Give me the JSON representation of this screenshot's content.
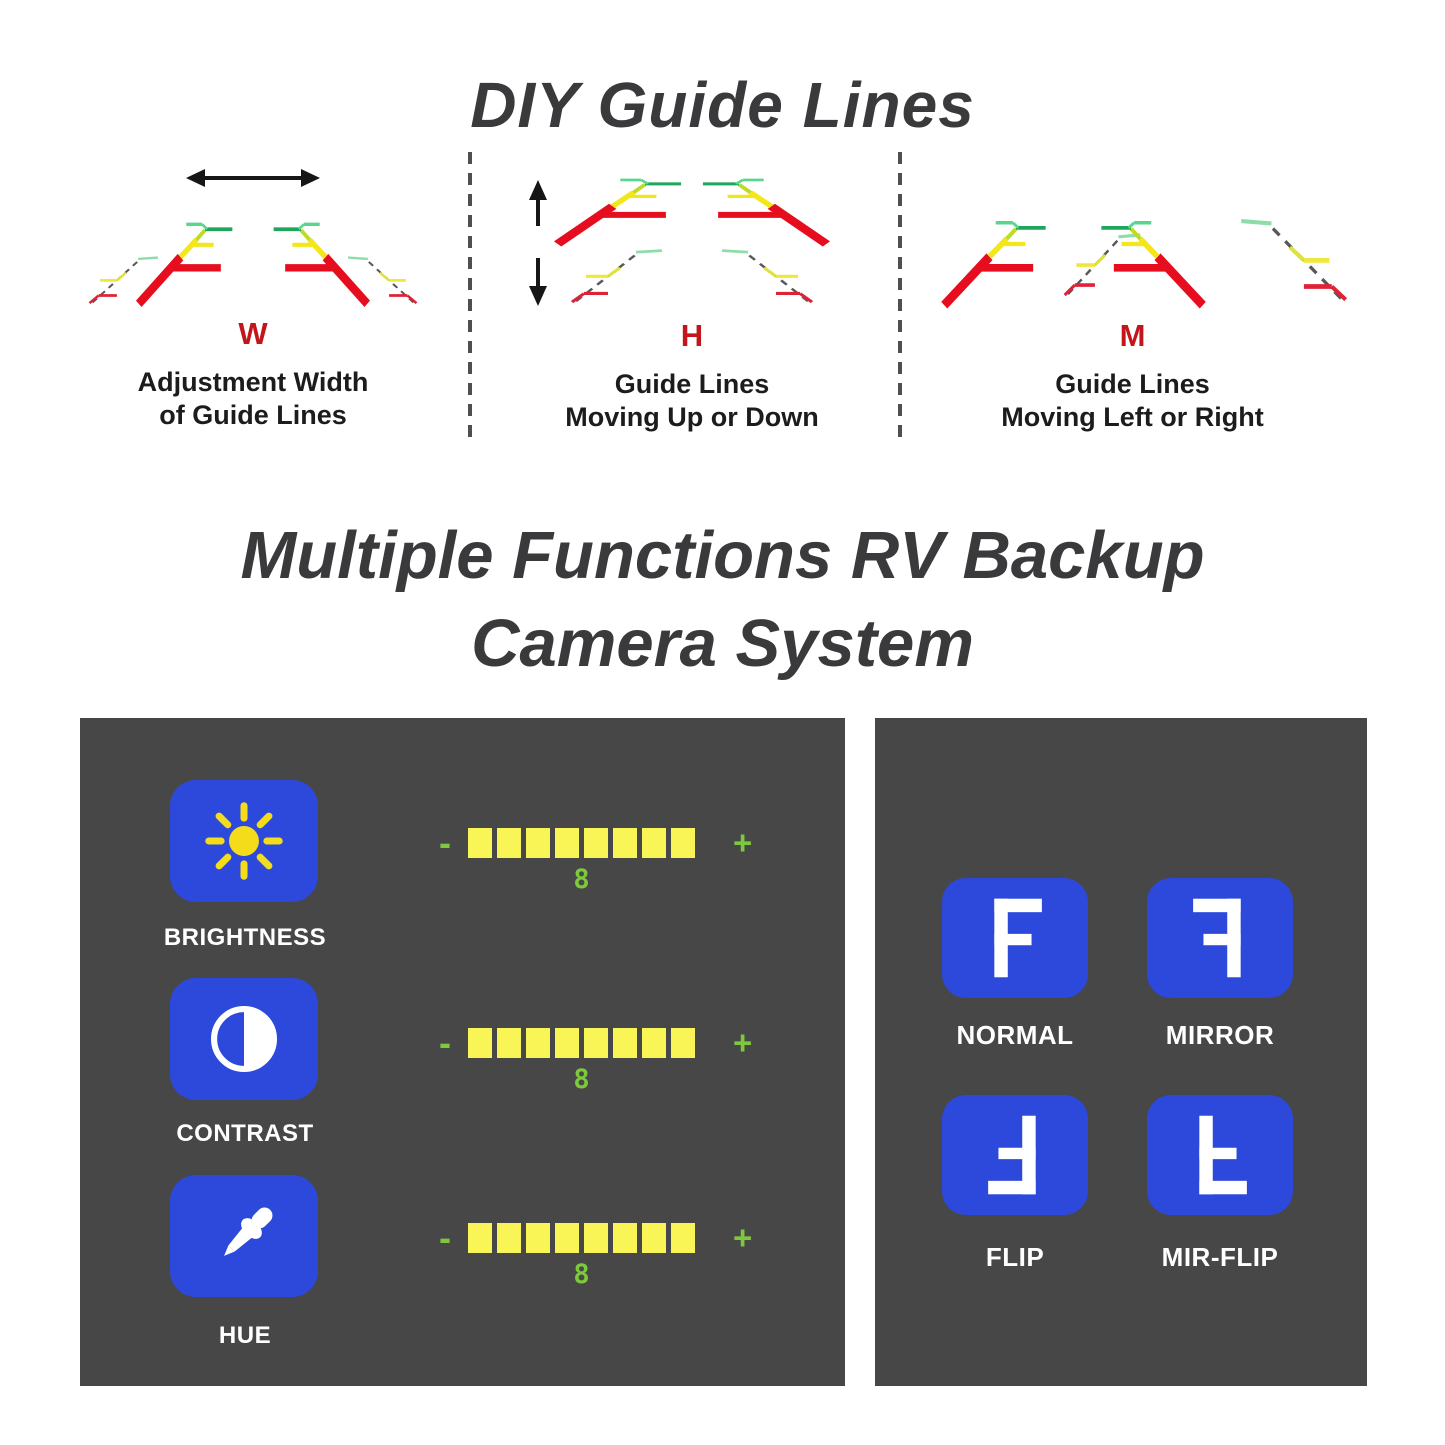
{
  "header": {
    "title": "DIY Guide Lines"
  },
  "section_title": {
    "line1": "Multiple Functions RV Backup",
    "line2": "Camera System"
  },
  "diagrams": [
    {
      "id": "width",
      "label": "W",
      "caption_line1": "Adjustment Width",
      "caption_line2": "of Guide Lines"
    },
    {
      "id": "height",
      "label": "H",
      "caption_line1": "Guide Lines",
      "caption_line2": "Moving Up or Down"
    },
    {
      "id": "move",
      "label": "M",
      "caption_line1": "Guide Lines",
      "caption_line2": "Moving Left or Right"
    }
  ],
  "adjustment_panel": {
    "rows": [
      {
        "icon": "brightness-sun-icon",
        "label": "BRIGHTNESS",
        "minus": "-",
        "plus": "+",
        "value": "8",
        "segments": 8
      },
      {
        "icon": "contrast-half-circle-icon",
        "label": "CONTRAST",
        "minus": "-",
        "plus": "+",
        "value": "8",
        "segments": 8
      },
      {
        "icon": "hue-eyedropper-icon",
        "label": "HUE",
        "minus": "-",
        "plus": "+",
        "value": "8",
        "segments": 8
      }
    ]
  },
  "orientation_panel": {
    "modes": [
      {
        "icon": "f-normal-icon",
        "label": "NORMAL"
      },
      {
        "icon": "f-mirror-icon",
        "label": "MIRROR"
      },
      {
        "icon": "f-flip-icon",
        "label": "FLIP"
      },
      {
        "icon": "f-mirror-flip-icon",
        "label": "MIR-FLIP"
      }
    ]
  },
  "colors": {
    "panel_bg": "#474747",
    "tile_blue": "#2c49dc",
    "bar_yellow": "#f9f557",
    "osd_green": "#7dc83c",
    "guide_red": "#e60e1e",
    "guide_yellow": "#f3e71a",
    "guide_green": "#1fa55c",
    "letter_red": "#c3161c",
    "heading_gray": "#3a3a3c"
  }
}
